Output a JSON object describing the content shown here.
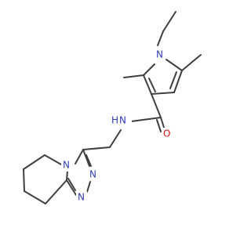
{
  "labels": {
    "n_pyrrole": "N",
    "n_amide": "N",
    "h_amide": "H",
    "o_amide": "O",
    "n_triazole_ring": "N",
    "n_triazole_1": "N",
    "n_triazole_2": "N"
  },
  "colors": {
    "bond": "#3f3f3f",
    "nitrogen": "#2f3db3",
    "oxygen": "#e01111",
    "background": "#ffffff"
  }
}
